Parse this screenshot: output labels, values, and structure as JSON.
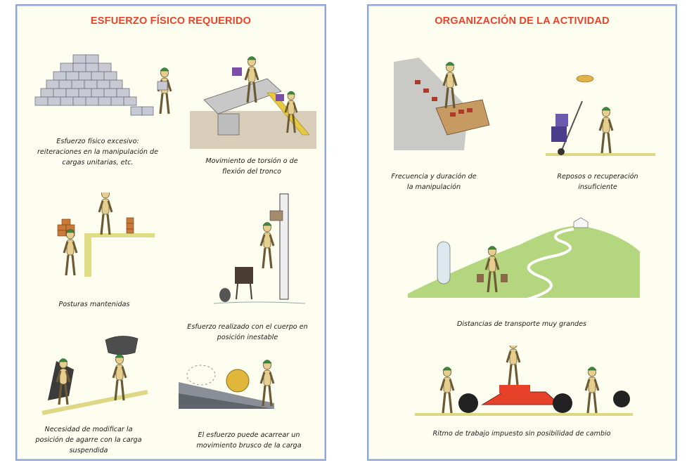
{
  "left_page": {
    "title": "ESFUERZO FÍSICO REQUERIDO",
    "captions": [
      "Esfuerzo físico excesivo: reiteraciones en la manipulación de cargas unitarias, etc.",
      "Movimiento de torsión o de flexión del tronco",
      "Posturas mantenidas",
      "Esfuerzo realizado con el cuerpo en posición inestable",
      "Necesidad de modificar la posición de agarre con la carga suspendida",
      "El esfuerzo puede acarrear un movimiento brusco de la carga"
    ]
  },
  "right_page": {
    "title": "ORGANIZACIÓN DE LA ACTIVIDAD",
    "captions": [
      "Frecuencia y duración de la manipulación",
      "Reposos o recuperación insuficiente",
      "Distancias de transporte muy grandes",
      "Ritmo de trabajo impuesto sin posibilidad de cambio"
    ]
  },
  "colors": {
    "title_red": "#e8432d",
    "border_blue": "#8fa7d4",
    "page_bg": "#fdfdf0",
    "figure_skin": "#e6cf8e",
    "helmet_green": "#3c8a3a"
  }
}
